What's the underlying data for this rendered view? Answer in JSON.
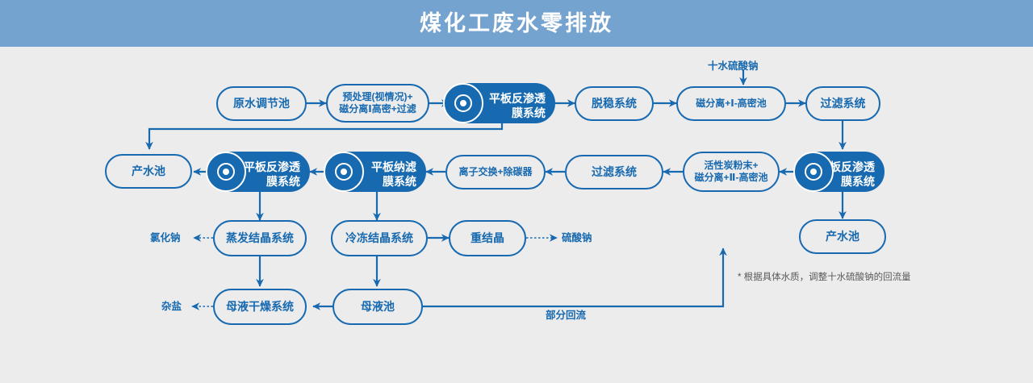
{
  "header": {
    "title": "煤化工废水零排放"
  },
  "colors": {
    "header_bg": "#74a3cf",
    "canvas_bg": "#ececec",
    "accent": "#1769b0",
    "node_fill": "#1769b0",
    "node_text_on_fill": "#ffffff",
    "footnote_text": "#59595b"
  },
  "nodes": {
    "raw_water_tank": {
      "label": "原水调节池"
    },
    "pretreatment": {
      "label": "预处理(视情况)+\n磁分离Ⅰ高密+过滤",
      "line1": "预处理(视情况)+",
      "line2": "磁分离Ⅰ高密+过滤"
    },
    "ro_membrane_1": {
      "label": "平板反渗透\n膜系统",
      "line1": "平板反渗透",
      "line2": "膜系统",
      "icon": "membrane-target-icon"
    },
    "destabilization": {
      "label": "脱稳系统"
    },
    "mag_sep_1": {
      "label": "磁分离+Ⅰ-高密池"
    },
    "filtration_1": {
      "label": "过滤系统"
    },
    "ro_membrane_right": {
      "label": "平板反渗透\n膜系统",
      "line1": "平板反渗透",
      "line2": "膜系统",
      "icon": "membrane-target-icon"
    },
    "product_water_right": {
      "label": "产水池"
    },
    "carbon_mag_sep_2": {
      "label": "活性炭粉末+\n磁分离+Ⅱ-高密池",
      "line1": "活性炭粉末+",
      "line2": "磁分离+Ⅱ-高密池"
    },
    "filtration_2": {
      "label": "过滤系统"
    },
    "ion_exchange": {
      "label": "离子交换+除碳器"
    },
    "nf_membrane": {
      "label": "平板纳滤\n膜系统",
      "line1": "平板纳滤",
      "line2": "膜系统",
      "icon": "membrane-target-icon"
    },
    "ro_membrane_2": {
      "label": "平板反渗透\n膜系统",
      "line1": "平板反渗透",
      "line2": "膜系统",
      "icon": "membrane-target-icon"
    },
    "product_water_left": {
      "label": "产水池"
    },
    "evap_crystal": {
      "label": "蒸发结晶系统"
    },
    "freeze_crystal": {
      "label": "冷冻结晶系统"
    },
    "recrystal": {
      "label": "重结晶"
    },
    "mother_liquor_dry": {
      "label": "母液干燥系统"
    },
    "mother_liquor_tank": {
      "label": "母液池"
    }
  },
  "labels": {
    "sodium_sulfate_decahydrate": "十水硫酸钠",
    "sodium_chloride": "氯化钠",
    "sodium_sulfate": "硫酸钠",
    "mixed_salt": "杂盐",
    "partial_reflux": "部分回流"
  },
  "footnote": {
    "text": "* 根据具体水质，调整十水硫酸钠的回流量"
  }
}
